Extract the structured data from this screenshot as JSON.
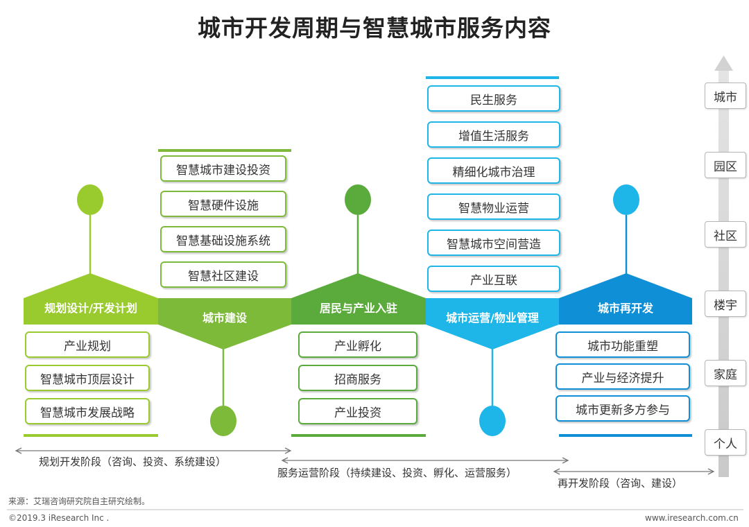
{
  "title": "城市开发周期与智慧城市服务内容",
  "colors": {
    "green_light": "#9ACB2E",
    "green_mid": "#7DBA3A",
    "green_dark": "#5BAA3C",
    "cyan": "#1EB6E8",
    "blue": "#0E8FD6",
    "axis_gray": "#CFCFCF"
  },
  "phases": [
    {
      "label": "规划设计/开发计划",
      "items": [
        "产业规划",
        "智慧城市顶层设计",
        "智慧城市发展战略"
      ]
    },
    {
      "label": "城市建设",
      "items": [
        "智慧城市建设投资",
        "智慧硬件设施",
        "智慧基础设施系统",
        "智慧社区建设"
      ]
    },
    {
      "label": "居民与产业入驻",
      "items": [
        "产业孵化",
        "招商服务",
        "产业投资"
      ]
    },
    {
      "label": "城市运营/物业管理",
      "items": [
        "民生服务",
        "增值生活服务",
        "精细化城市治理",
        "智慧物业运营",
        "智慧城市空间营造",
        "产业互联"
      ]
    },
    {
      "label": "城市再开发",
      "items": [
        "城市功能重塑",
        "产业与经济提升",
        "城市更新多方参与"
      ]
    }
  ],
  "scale_tags": [
    "城市",
    "园区",
    "社区",
    "楼宇",
    "家庭",
    "个人"
  ],
  "stages": [
    "规划开发阶段（咨询、投资、系统建设）",
    "服务运营阶段（持续建设、投资、孵化、运营服务）",
    "再开发阶段（咨询、建设）"
  ],
  "footer": {
    "source": "来源：艾瑞咨询研究院自主研究绘制。",
    "copyright": "©2019.3 iResearch Inc .",
    "website": "www.iresearch.com.cn"
  }
}
